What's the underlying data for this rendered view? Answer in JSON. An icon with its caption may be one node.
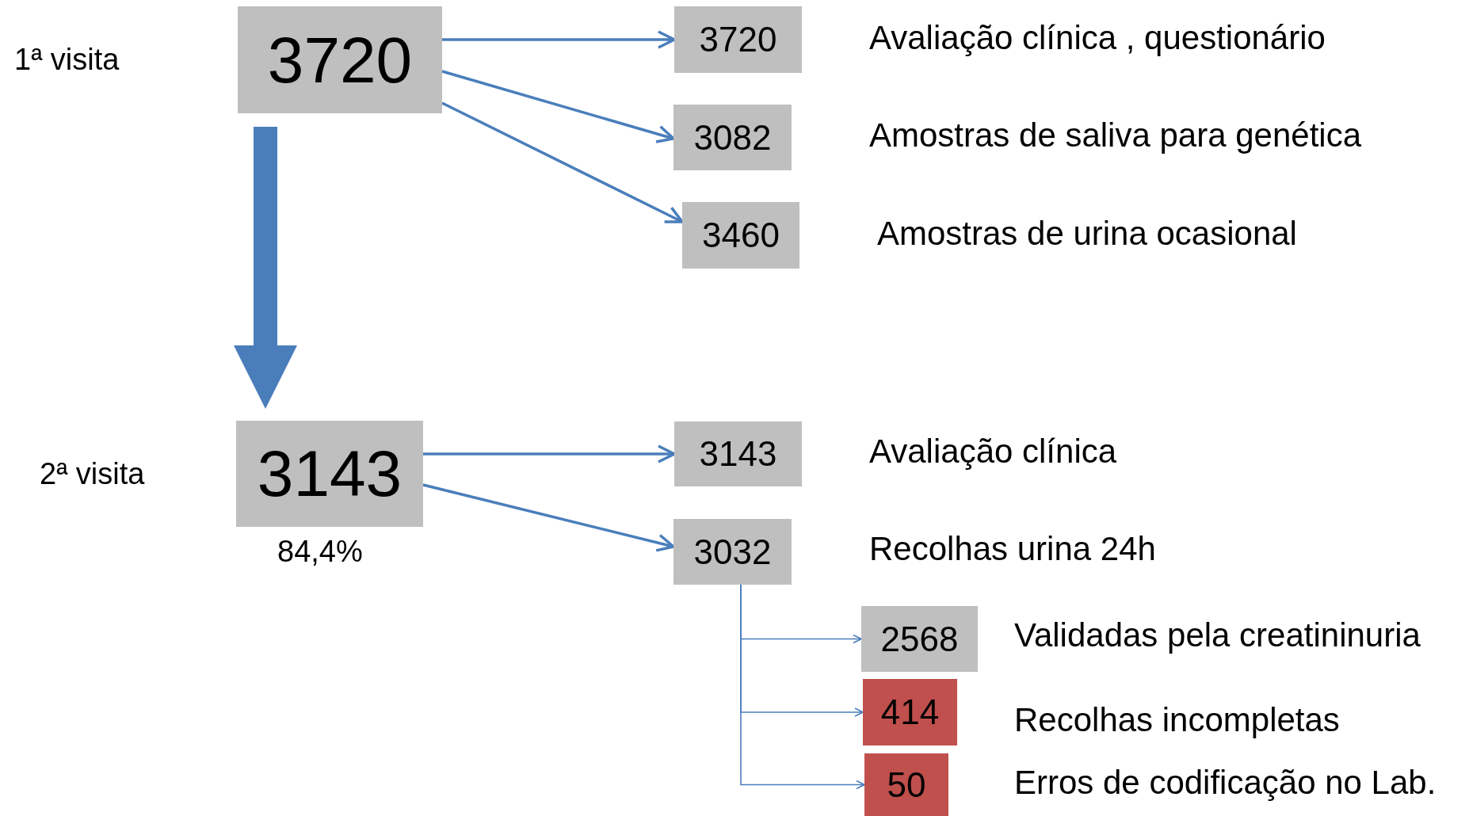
{
  "diagram": {
    "nodes": [
      {
        "text": [
          "3720"
        ]
      },
      {
        "text": [
          "3720"
        ],
        "beside": [
          "Avaliação clínica , questionário"
        ]
      },
      {
        "text": [
          "3082"
        ],
        "beside": [
          "Amostras de saliva para genética"
        ]
      },
      {
        "text": [
          "3460"
        ],
        "beside": [
          "Amostras  de urina ocasional"
        ]
      },
      {
        "text": [
          "3143"
        ],
        "beside": [
          "84,4%"
        ]
      },
      {
        "text": [
          "3143"
        ],
        "beside": [
          "Avaliação clínica"
        ]
      },
      {
        "text": [
          "3032"
        ]
      },
      {
        "text": [
          "2568"
        ],
        "beside": [
          "Validadas pela creatininuria"
        ]
      },
      {
        "text": [
          "414"
        ],
        "beside": [
          "Recolhas incompletas"
        ]
      },
      {
        "text": [
          "50"
        ],
        "beside": [
          "Erros de codificação  no Lab."
        ]
      }
    ],
    "edges": [
      {
        "from": 0,
        "to": 1,
        "arrow": "to"
      },
      {
        "from": 0,
        "to": 2,
        "arrow": "to"
      },
      {
        "from": 0,
        "to": 3,
        "arrow": "to"
      },
      {
        "from": 0,
        "to": 4,
        "arrow": "to",
        "style": "thick"
      },
      {
        "from": 4,
        "to": 5,
        "arrow": "to"
      },
      {
        "from": 4,
        "to": 6,
        "arrow": "to"
      },
      {
        "from": 6,
        "to": 7,
        "arrow": "to"
      },
      {
        "from": 6,
        "to": 8,
        "arrow": "to"
      },
      {
        "from": 6,
        "to": 9,
        "arrow": "to"
      }
    ],
    "labels": [
      "1ª visita",
      "2ª visita",
      "Recolhas urina 24h"
    ]
  }
}
